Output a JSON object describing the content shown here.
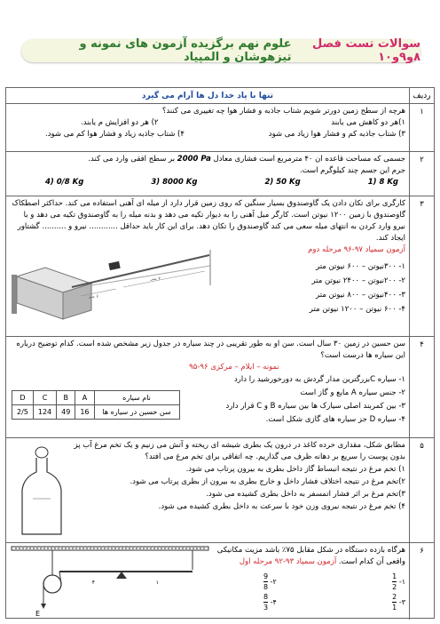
{
  "header": {
    "banner_part1": "سوالات تست فصل  ۸و۹و۱۰ ",
    "banner_part2": "علوم نهم برگزیده آزمون های نمونه و تیزهوشان و المپیاد"
  },
  "table": {
    "col_row": "ردیف",
    "col_title": "تنها با یاد خدا دل ها آرام می گیرد"
  },
  "q1": {
    "num": "۱",
    "text": "هرچه از سطح زمین دورتر شویم شتاب جاذبه و فشار هوا چه تغییری می کنند؟",
    "opt1": "۱)هر دو کاهش می یابند",
    "opt2": "۲) هر دو افزایش م یابند.",
    "opt3": "۳) شتاب جاذبه کم و فشار هوا زیاد می شود",
    "opt4": "۴) شتاب جاذبه زیاد و فشار هوا کم می شود."
  },
  "q2": {
    "num": "۲",
    "text_a": "جسمی که مساحت قاعده ان ۴۰ مترمربع است فشاری معادل",
    "text_pa": "2000 Pa",
    "text_b": "بر سطح افقی وارد می کند.",
    "text2": "جرم این جسم چند کیلوگرم است.",
    "opt1": "1)   8 Kg",
    "opt2": "2)   50 Kg",
    "opt3": "3)   8000 Kg",
    "opt4": "4)   0/8 Kg"
  },
  "q3": {
    "num": "۳",
    "text": "کارگری برای تکان دادن یک گاوصندوق بسیار سنگین که روی زمین قرار دارد از میله ای آهنی استفاده می کند. حداکثر اصطکاک گاوصندوق با زمین ۱۲۰۰ نیوتن است. کارگر میل آهنی را به دیوار تکیه می دهد و بدنه میله را به گاوصندوق تکیه می دهد و با نیرو وارد کردن به انتهای میله سعی می کند گاوصندوق را تکان دهد. برای این کار باید حداقل ............ نیرو و .......... گشتاور ایجاد کند.",
    "source": "آزمون سمپاد ۹۷-۹۶ مرحله دوم",
    "opt1": "۱- ۳۰۰نیوتن – ۶۰۰ نیوتن متر",
    "opt2": "۲- ۲۰۰نیوتن – ۲۴۰۰ نیوتن متر",
    "opt3": "۳- ۴۰۰نیوتن – ۸۰۰ نیوتن متر",
    "opt4": "۴- ۶۰۰ نیوتن – ۱۲۰۰ نیوتن متر",
    "fig_label_a": "۶ متر",
    "fig_label_b": "۲ متر"
  },
  "q4": {
    "num": "۴",
    "text": "سن حسین در زمین ۳۰ سال است. سن او به طور تقریبی در چند سیاره در جدول زیر مشخص شده است. کدام توضیح درباره این سیاره ها درست است؟",
    "source": "نمونه – ایلام – مرکزی ۹۶-۹۵",
    "opt1": "۱- سیاره Cبزرگترین مدار گردش به دورخورشید را دارد",
    "opt2": "۲- جنس سیاره A مایع و گاز است",
    "opt3": "۳- بین کمربند اصلی سیارک ها بین سیاره B و C قرار دارد",
    "opt4": "۴- سیاره D جز سیاره های گازی شکل است.",
    "table_head": [
      "نام سیاره",
      "A",
      "B",
      "C",
      "D"
    ],
    "table_row": [
      "سن حسین در سیاره ها",
      "16",
      "49",
      "124",
      "2/5"
    ]
  },
  "q5": {
    "num": "۵",
    "text": "مطابق شکل، مقداری خرده کاغذ در درون یک بطری شیشه ای ریخته و آتش می زنیم و یک تخم مرغ آب پز بدون پوست را سریع بر دهانه ظرف می گذاریم. چه اتفاقی برای تخم مرغ می افتد؟",
    "opt1": "۱) تخم مرغ در نتیجه انبساط گاز داخل بطری به بیرون پرتاب می شود.",
    "opt2": "۲)تخم مرغ در نتیجه اختلاف فشار داخل و خارج بطری به بیرون از بطری پرتاب می شود.",
    "opt3": "۳)تخم مرغ بر اثر فشار اتمسفر به داخل بطری کشیده می شود.",
    "opt4": "۴) تخم مرغ در نتیجه نیروی وزن خود با سرعت به داخل بطری کشیده می شود."
  },
  "q6": {
    "num": "۶",
    "text": "هرگاه بازده دستگاه در شکل مقابل ۷۵٪ باشد مزیت مکانیکی",
    "text2": "واقعی آن کدام است.",
    "source": "آزمون سمپاد ۹۳-۹۲ مرحله اول",
    "opt1": "۱-",
    "opt2": "۲-",
    "opt3": "۳-",
    "opt4": "۴-",
    "f1n": "1",
    "f1d": "2",
    "f2n": "9",
    "f2d": "8",
    "f3n": "2",
    "f3d": "1",
    "f4n": "8",
    "f4d": "3",
    "label_E": "E",
    "label_w": "۴",
    "label_f": "۱"
  }
}
